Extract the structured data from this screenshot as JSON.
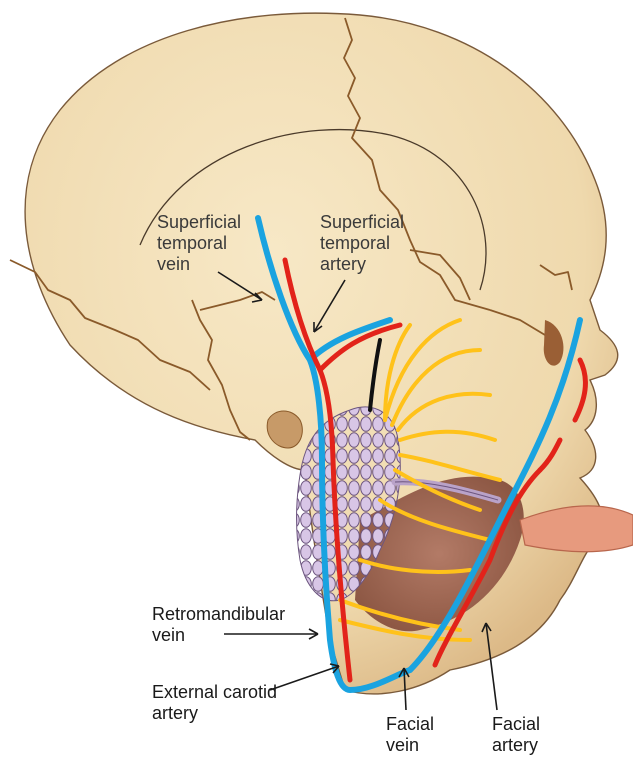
{
  "colors": {
    "skull": "#f2dfb6",
    "skull_shade": "#d9b88a",
    "suture": "#8a5a2a",
    "vein": "#1aa3e0",
    "artery": "#e2231a",
    "nerve": "#ffc21a",
    "gland": "#c9b3d9",
    "muscle": "#8a4a3a",
    "tongue": "#e79a7e"
  },
  "labels": {
    "sup_temporal_vein": [
      "Superficial",
      "temporal",
      "vein"
    ],
    "sup_temporal_artery": [
      "Superficial",
      "temporal",
      "artery"
    ],
    "retromandibular_vein": [
      "Retromandibular",
      "vein"
    ],
    "external_carotid": [
      "External carotid",
      "artery"
    ],
    "facial_vein": [
      "Facial",
      "vein"
    ],
    "facial_artery": [
      "Facial",
      "artery"
    ]
  }
}
